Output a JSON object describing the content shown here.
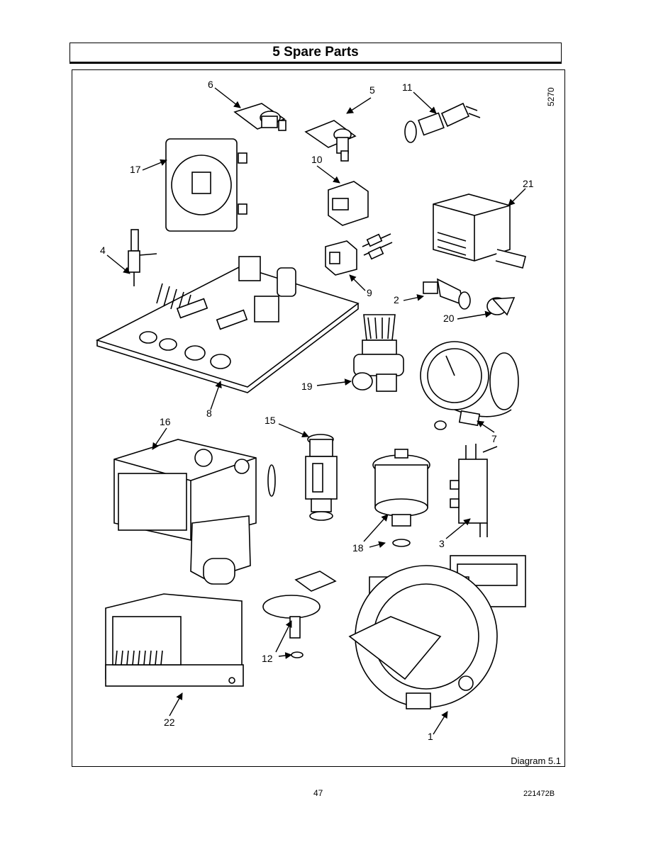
{
  "section": {
    "title": "5 Spare Parts"
  },
  "figure": {
    "ref": "5270",
    "caption": "Diagram 5.1",
    "callouts": [
      "1",
      "2",
      "3",
      "4",
      "5",
      "6",
      "7",
      "8",
      "9",
      "10",
      "11",
      "12",
      "15",
      "16",
      "17",
      "18",
      "19",
      "20",
      "21",
      "22"
    ]
  },
  "footer": {
    "page_number": "47",
    "doc_code": "221472B"
  }
}
